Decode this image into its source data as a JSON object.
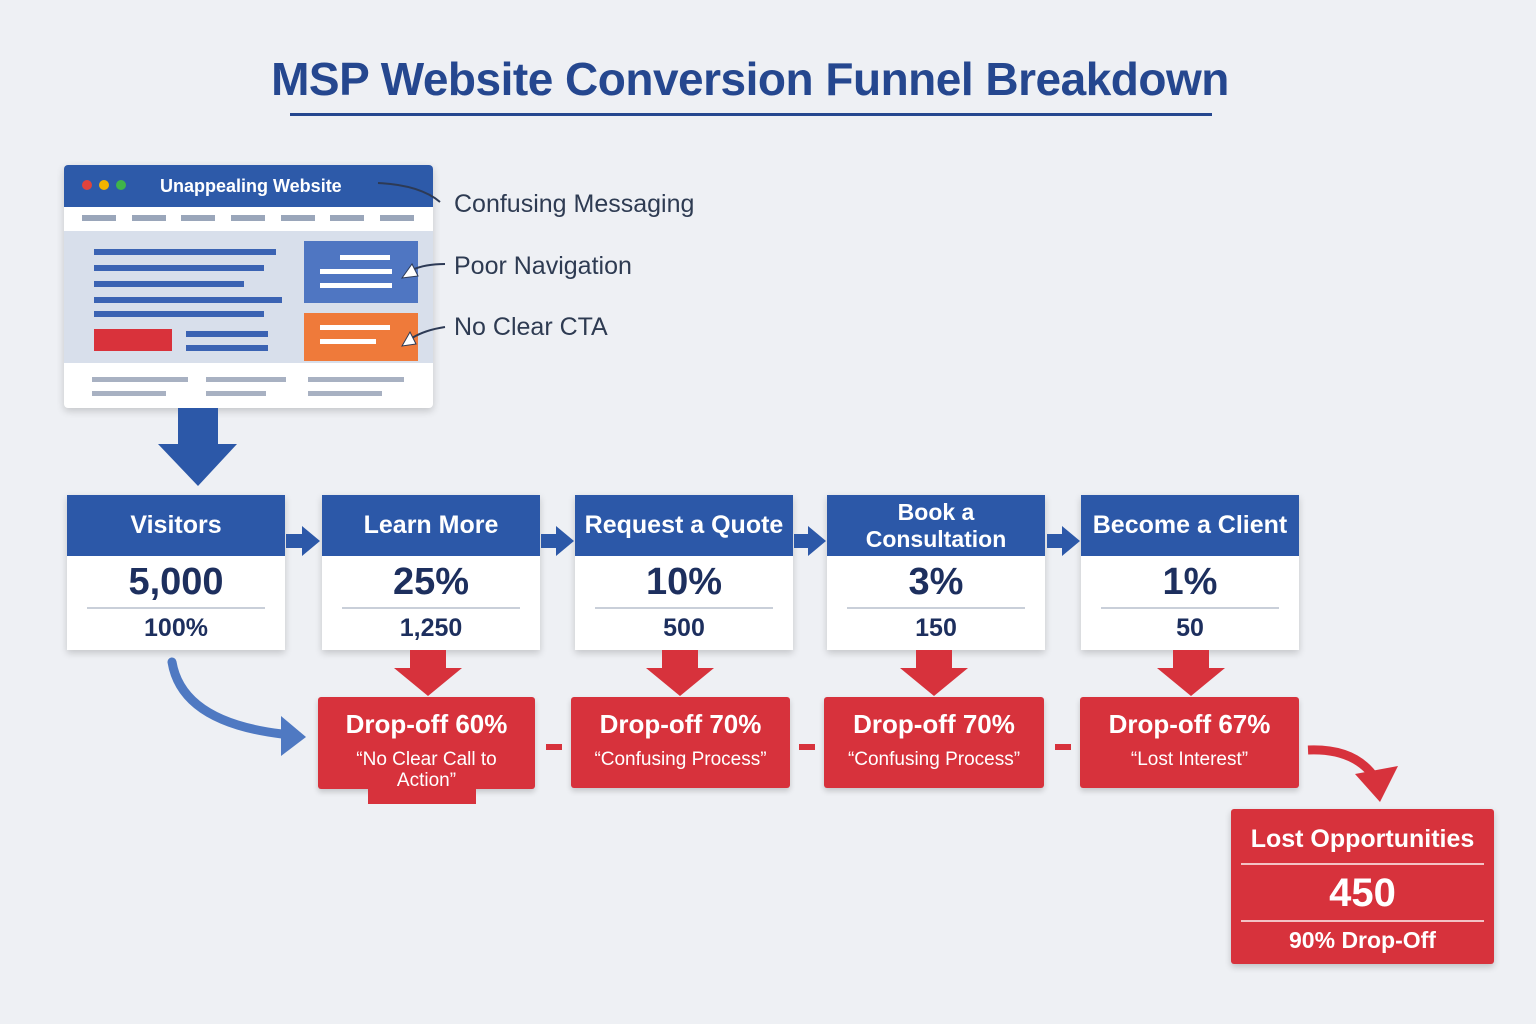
{
  "title": "MSP Website Conversion Funnel Breakdown",
  "website": {
    "title": "Unappealing Website",
    "callouts": [
      "Confusing Messaging",
      "Poor Navigation",
      "No Clear CTA"
    ]
  },
  "stages": [
    {
      "label": "Visitors",
      "main": "5,000",
      "sub": "100%"
    },
    {
      "label": "Learn More",
      "main": "25%",
      "sub": "1,250"
    },
    {
      "label": "Request a Quote",
      "main": "10%",
      "sub": "500"
    },
    {
      "label": "Book a Consultation",
      "main": "3%",
      "sub": "150"
    },
    {
      "label": "Become a Client",
      "main": "1%",
      "sub": "50"
    }
  ],
  "dropoffs": [
    {
      "title": "Drop-off 60%",
      "note": "“No Clear Call to Action”"
    },
    {
      "title": "Drop-off 70%",
      "note": "“Confusing Process”"
    },
    {
      "title": "Drop-off 70%",
      "note": "“Confusing Process”"
    },
    {
      "title": "Drop-off 67%",
      "note": "“Lost Interest”"
    }
  ],
  "lost": {
    "title": "Lost Opportunities",
    "value": "450",
    "sub": "90% Drop-Off"
  },
  "colors": {
    "blue": "#2c58a8",
    "red": "#d7323c",
    "orange": "#ef7a3a",
    "background": "#eef0f4"
  }
}
